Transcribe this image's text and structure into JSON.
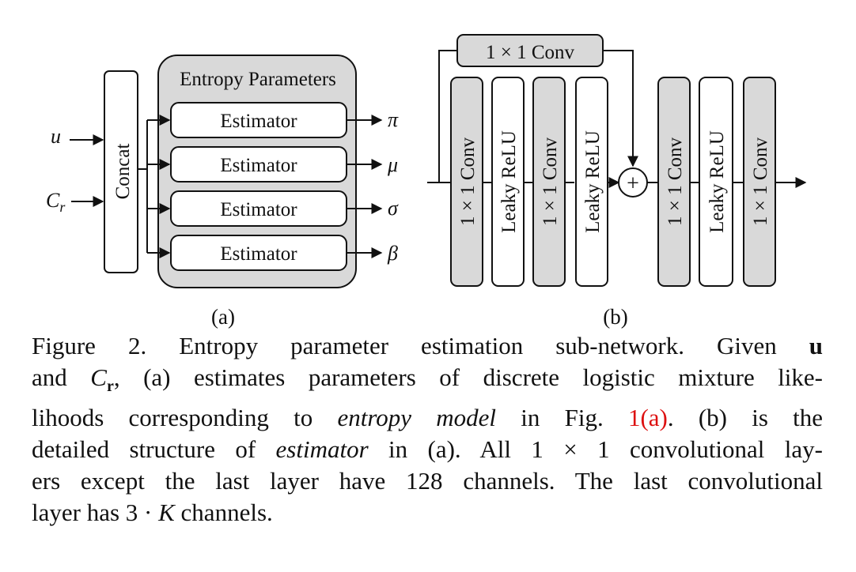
{
  "diagram_a": {
    "concat_label": "Concat",
    "group_title": "Entropy Parameters",
    "inputs": [
      "u",
      "C",
      "r"
    ],
    "estimators": [
      "Estimator",
      "Estimator",
      "Estimator",
      "Estimator"
    ],
    "outputs": [
      "π",
      "μ",
      "σ",
      "β"
    ],
    "panel_label": "(a)"
  },
  "diagram_b": {
    "skip_conv": "1 × 1 Conv",
    "layers": [
      "1 × 1 Conv",
      "Leaky ReLU",
      "1 × 1 Conv",
      "Leaky ReLU",
      "1 × 1 Conv",
      "Leaky ReLU",
      "1 × 1 Conv"
    ],
    "add_symbol": "+",
    "panel_label": "(b)"
  },
  "caption": {
    "l1_a": "Figure 2. Entropy parameter estimation sub-network. Given ",
    "l1_u": "u",
    "l2_a": "and ",
    "l2_c": "C",
    "l2_r": "r",
    "l2_b": ", (a) estimates parameters of discrete logistic mixture like-",
    "l3_a": "lihoods corresponding to ",
    "l3_em": "entropy model",
    "l3_b": " in Fig. ",
    "l3_ref": "1(a)",
    "l3_c": ". (b) is the",
    "l4_a": "detailed structure of ",
    "l4_em": "estimator",
    "l4_b": " in (a). All 1 × 1 convolutional lay-",
    "l5": "ers except the last layer have 128 channels. The last convolutional",
    "l6_a": "layer has 3 · ",
    "l6_k": "K",
    "l6_b": " channels."
  }
}
